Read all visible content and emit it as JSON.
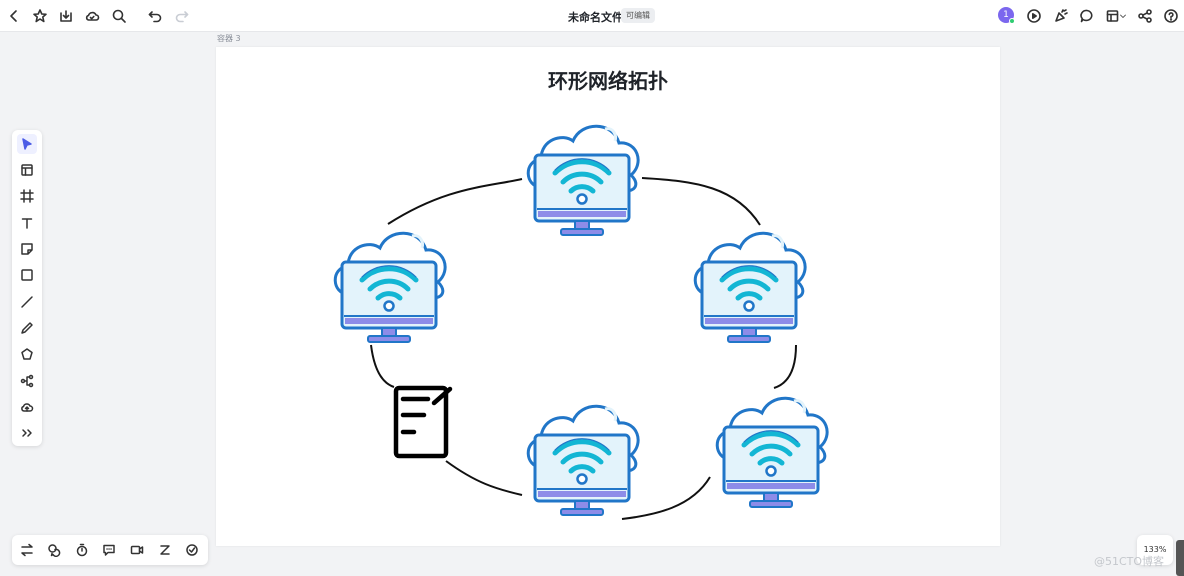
{
  "toolbar": {
    "doc_title": "未命名文件",
    "edit_badge": "可编辑",
    "avatar_text": "1",
    "icons_left": [
      "back-icon",
      "star-icon",
      "download-icon",
      "cloud-icon",
      "search-icon",
      "undo-icon",
      "redo-icon"
    ],
    "icons_right": [
      "play-icon",
      "confetti-icon",
      "comment-icon",
      "layout-icon",
      "share-icon",
      "help-icon"
    ]
  },
  "container_label": "容器 3",
  "diagram": {
    "title": "环形网络拓扑"
  },
  "left_tools": [
    "select-tool",
    "template-tool",
    "frame-tool",
    "text-tool",
    "sticky-note-tool",
    "rectangle-tool",
    "line-tool",
    "pen-tool",
    "polygon-tool",
    "mindmap-tool",
    "upload-tool",
    "more-tool"
  ],
  "bottom_tools": [
    "swap-tool",
    "bubble-tool",
    "timer-tool",
    "chat-tool",
    "video-tool",
    "z-tool",
    "vote-tool"
  ],
  "zoom_level": "133%",
  "watermark": "@51CTO博客",
  "colors": {
    "accent": "#7b67ee",
    "monitor_blue": "#2176c8",
    "screen_fill": "#e3f3fb",
    "wifi_cyan": "#13b6d4",
    "stand_purple": "#8d8ce8"
  }
}
